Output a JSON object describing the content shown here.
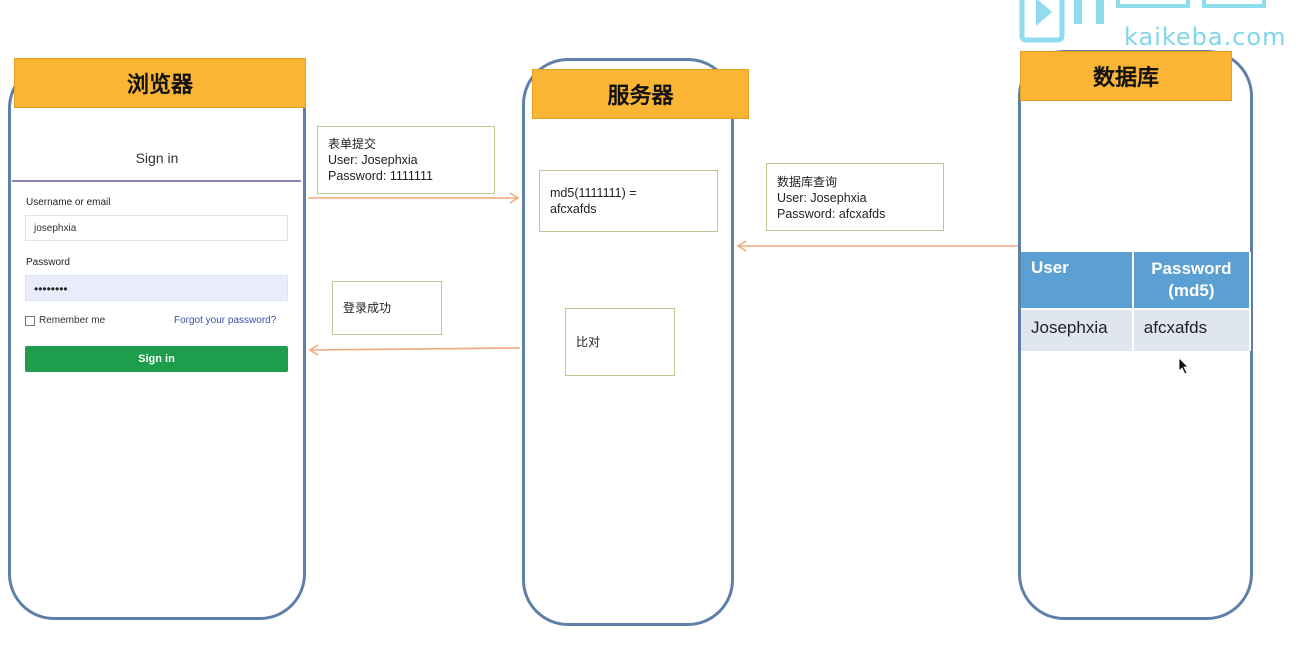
{
  "logo": {
    "text": "kaikeba.com"
  },
  "browser": {
    "title": "浏览器",
    "form": {
      "heading": "Sign in",
      "username_label": "Username or email",
      "username_value": "josephxia",
      "password_label": "Password",
      "password_value": "••••••••",
      "remember_label": "Remember me",
      "forgot_link": "Forgot your password?",
      "submit_label": "Sign in"
    }
  },
  "server": {
    "title": "服务器",
    "md5_note": {
      "line1": "md5(1111111) =",
      "line2": "afcxafds"
    },
    "compare_note": "比对"
  },
  "database": {
    "title": "数据库",
    "table": {
      "headers": [
        "User",
        "Password",
        "(md5)"
      ],
      "rows": [
        {
          "user": "Josephxia",
          "password": "afcxafds"
        }
      ]
    }
  },
  "notes": {
    "submit": {
      "title": "表单提交",
      "user": "User: Josephxia",
      "password": "Password: 1111111"
    },
    "query": {
      "title": "数据库查询",
      "user": "User: Josephxia",
      "password": "Password: afcxafds"
    },
    "success": "登录成功"
  },
  "colors": {
    "banner": "#f9b533",
    "container_border": "#5f7fa8",
    "arrow": "#f0a87c",
    "table_header": "#5b9fd3",
    "button": "#1e9d4c"
  }
}
